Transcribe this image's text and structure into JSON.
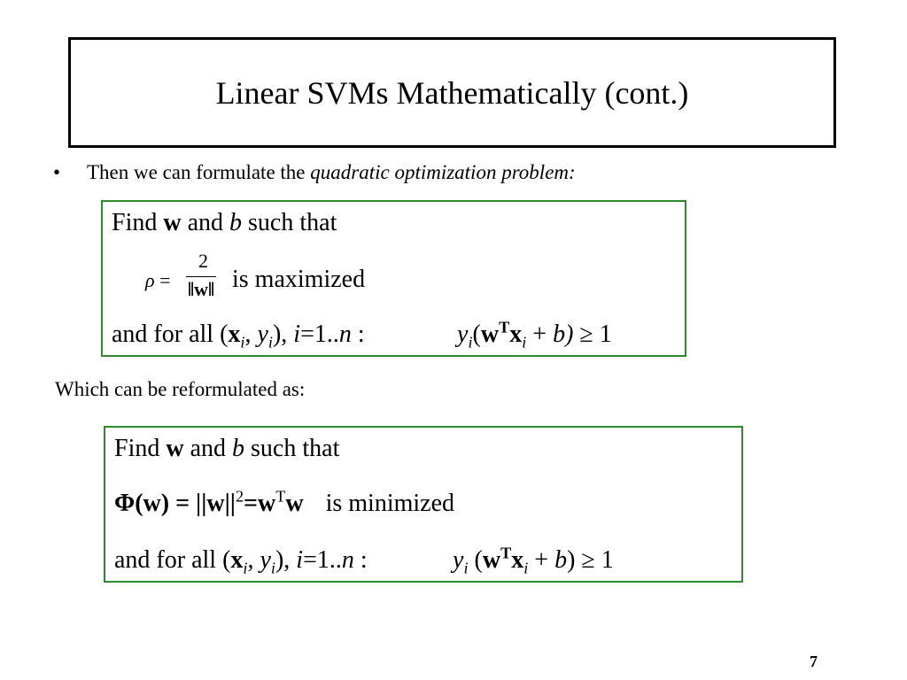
{
  "slide": {
    "title": "Linear SVMs Mathematically (cont.)",
    "bullet_symbol": "•",
    "bullet_text_plain": "Then we can formulate the ",
    "bullet_text_italic": "quadratic optimization problem:",
    "reformulate_text": "Which can be reformulated as:",
    "page_number": "7"
  },
  "box1": {
    "find_prefix": "Find ",
    "w": "w",
    "and": " and ",
    "b": "b",
    "such_that": " such that",
    "rho": "ρ",
    "equals": " =",
    "frac_numerator": "2",
    "frac_denominator": "‖w‖",
    "is_maximized": "is maximized",
    "and_for_all": "and for all (",
    "x": "x",
    "i": "i",
    "comma": ", ",
    "y": "y",
    "close_paren": "),",
    "range_i": " i",
    "range": "=1..",
    "n": "n",
    "colon": " :",
    "cond_y": "y",
    "cond_i": "i",
    "cond_open": "(",
    "cond_w": "w",
    "cond_T": "T",
    "cond_x": "x",
    "cond_i2": "i",
    "cond_plus": " + ",
    "cond_b": "b",
    "cond_close": ")",
    "cond_geq": " ≥ 1"
  },
  "box2": {
    "find_prefix": "Find ",
    "w": "w",
    "and": " and ",
    "b": "b",
    "such_that": " such that",
    "phi": "Φ",
    "phi_arg": "(w)",
    "eq_norm": " = ||w||",
    "sq": "2",
    "eq_w": "=w",
    "T": "T",
    "w_end": "w",
    "is_minimized": "is minimized",
    "and_for_all": "and for all (",
    "x": "x",
    "i": "i",
    "comma": ", ",
    "y": "y",
    "close_paren": "),",
    "range_i": " i",
    "range": "=1..",
    "n": "n",
    "colon": " :",
    "cond_y": "y",
    "cond_i": "i",
    "cond_open": " (",
    "cond_w": "w",
    "cond_T": "T",
    "cond_x": "x",
    "cond_i2": "i",
    "cond_plus": " + ",
    "cond_b": "b",
    "cond_close": ")",
    "cond_geq": " ≥ 1"
  }
}
